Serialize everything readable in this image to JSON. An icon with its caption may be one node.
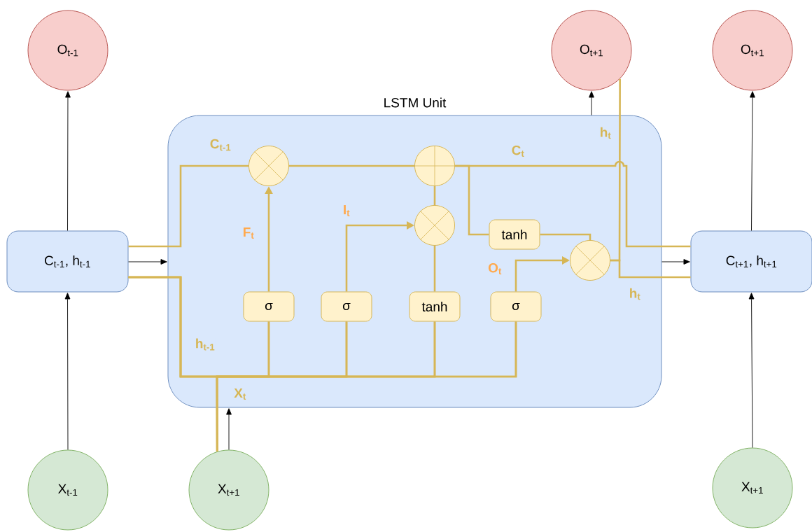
{
  "diagram": {
    "nodes": [
      {
        "text": [
          "O$_{t-1}$"
        ]
      },
      {
        "text": [
          "O$_{t+1}$"
        ]
      },
      {
        "text": [
          "O$_{t+1}$"
        ]
      },
      {
        "text": [
          "LSTM Unit"
        ]
      },
      {
        "text": [
          "C$_{t-1}$, h$_{t-1}$"
        ]
      },
      {
        "text": [
          "C$_{t+1}$, h$_{t+1}$"
        ]
      },
      {
        "text": [
          "X$_{t-1}$"
        ]
      },
      {
        "text": [
          "X$_{t+1}$"
        ]
      },
      {
        "text": [
          "X$_{t+1}$"
        ]
      },
      {
        "text": [],
        "shape": "circle",
        "in": 3
      },
      {
        "text": [],
        "shape": "circle",
        "in": 3
      },
      {
        "text": [],
        "shape": "circle",
        "in": 3
      },
      {
        "text": [],
        "shape": "circle",
        "in": 3
      },
      {
        "text": [
          "σ"
        ],
        "in": 3
      },
      {
        "text": [
          "σ"
        ],
        "in": 3
      },
      {
        "text": [
          "tanh"
        ],
        "in": 3
      },
      {
        "text": [
          "σ"
        ],
        "in": 3
      },
      {
        "text": [
          "tanh"
        ],
        "in": 3
      }
    ],
    "edges": [
      {
        "from": 4,
        "to": 0,
        "arrow": "to",
        "color": "#000000"
      },
      {
        "from": 6,
        "to": 4,
        "arrow": "to",
        "color": "#000000"
      },
      {
        "from": 4,
        "to": 3,
        "arrow": "to",
        "color": "#000000"
      },
      {
        "from": 7,
        "to": 3,
        "arrow": "to",
        "color": "#000000"
      },
      {
        "from": 3,
        "to": 1,
        "arrow": "to",
        "color": "#000000"
      },
      {
        "from": 3,
        "to": 5,
        "arrow": "to",
        "color": "#000000"
      },
      {
        "from": 8,
        "to": 5,
        "arrow": "to",
        "color": "#000000"
      },
      {
        "from": 5,
        "to": 2,
        "arrow": "to",
        "color": "#000000"
      },
      {
        "from": 4,
        "to": 9,
        "arrow": "none",
        "label": "C$_{t-1}$"
      },
      {
        "from": 4,
        "to": 13,
        "arrow": "none",
        "label": "h$_{t-1}$"
      },
      {
        "from": 4,
        "to": 14,
        "arrow": "none"
      },
      {
        "from": 4,
        "to": 15,
        "arrow": "none"
      },
      {
        "from": 4,
        "to": 16,
        "arrow": "none"
      },
      {
        "from": 7,
        "to": 13,
        "arrow": "none",
        "label": "X$_{t}$"
      },
      {
        "from": 7,
        "to": 14,
        "arrow": "none"
      },
      {
        "from": 7,
        "to": 15,
        "arrow": "none"
      },
      {
        "from": 7,
        "to": 16,
        "arrow": "none"
      },
      {
        "from": 13,
        "to": 9,
        "arrow": "to",
        "label": "F$_{t}$"
      },
      {
        "from": 14,
        "to": 11,
        "arrow": "to",
        "label": "I$_{t}$"
      },
      {
        "from": 15,
        "to": 11,
        "arrow": "none"
      },
      {
        "from": 11,
        "to": 10,
        "arrow": "none"
      },
      {
        "from": 9,
        "to": 10,
        "arrow": "none"
      },
      {
        "from": 10,
        "to": 17,
        "arrow": "none"
      },
      {
        "from": 17,
        "to": 12,
        "arrow": "none"
      },
      {
        "from": 16,
        "to": 12,
        "arrow": "to",
        "label": "O$_{t}$"
      },
      {
        "from": 10,
        "to": 5,
        "arrow": "none",
        "label": "C$_{t}$"
      },
      {
        "from": 12,
        "to": 5,
        "arrow": "none",
        "label": "h$_{t}$"
      },
      {
        "from": 12,
        "to": 1,
        "arrow": "none",
        "label": "h$_{t}$"
      }
    ]
  }
}
